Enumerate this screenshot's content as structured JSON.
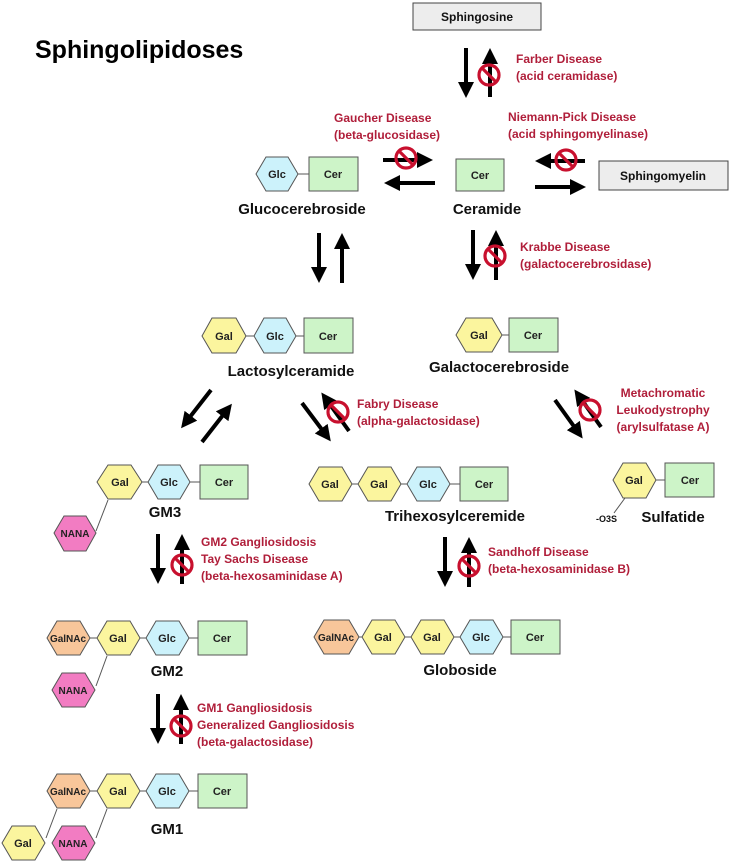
{
  "title": "Sphingolipidoses",
  "colors": {
    "glc": "#ccf2fb",
    "gal": "#fbf59e",
    "cer": "#cdf4c8",
    "galnac": "#f8c69a",
    "nana": "#f27cc2",
    "box": "#ededed",
    "disease": "#b01e3a",
    "block": "#c8102e",
    "stroke": "#555555"
  },
  "boxes": {
    "sphingosine": "Sphingosine",
    "sphingomyelin": "Sphingomyelin"
  },
  "units": {
    "glc": "Glc",
    "gal": "Gal",
    "cer": "Cer",
    "galnac": "GalNAc",
    "nana": "NANA",
    "sulfate": "-O3S"
  },
  "molecules": {
    "glucocerebroside": "Glucocerebroside",
    "ceramide": "Ceramide",
    "lactosylceramide": "Lactosylceramide",
    "galactocerebroside": "Galactocerebroside",
    "gm3": "GM3",
    "trihexosylceremide": "Trihexosylceremide",
    "sulfatide": "Sulfatide",
    "gm2": "GM2",
    "globoside": "Globoside",
    "gm1": "GM1"
  },
  "diseases": {
    "farber": [
      "Farber Disease",
      "(acid ceramidase)"
    ],
    "gaucher": [
      "Gaucher Disease",
      "(beta-glucosidase)"
    ],
    "niemann_pick": [
      "Niemann-Pick Disease",
      "(acid sphingomyelinase)"
    ],
    "krabbe": [
      "Krabbe Disease",
      "(galactocerebrosidase)"
    ],
    "fabry": [
      "Fabry Disease",
      "(alpha-galactosidase)"
    ],
    "mld": [
      "Metachromatic",
      "Leukodystrophy",
      "(arylsulfatase  A)"
    ],
    "gm2": [
      "GM2 Gangliosidosis",
      "Tay Sachs Disease",
      "(beta-hexosaminidase  A)"
    ],
    "sandhoff": [
      "Sandhoff Disease",
      "(beta-hexosaminidase  B)"
    ],
    "gm1": [
      "GM1 Gangliosidosis",
      "Generalized Gangliosidosis",
      "(beta-galactosidase)"
    ]
  }
}
